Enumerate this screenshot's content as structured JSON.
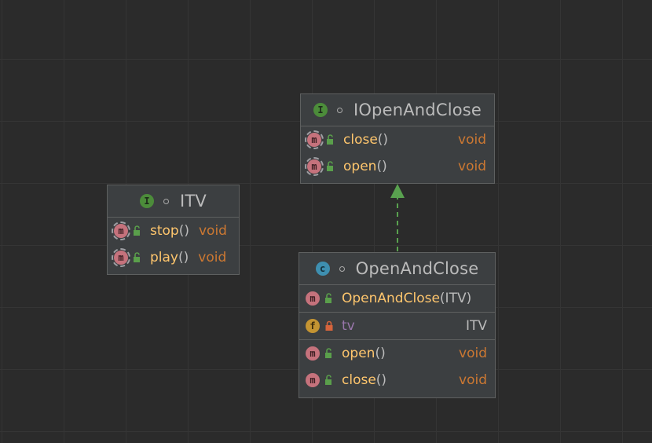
{
  "diagram": {
    "nodes": [
      {
        "id": "IOpenAndClose",
        "kind": "interface",
        "kind_letter": "I",
        "name": "IOpenAndClose",
        "sections": [
          [
            {
              "kind_letter": "m",
              "visibility": "public",
              "name": "close",
              "params": "()",
              "type": "void"
            },
            {
              "kind_letter": "m",
              "visibility": "public",
              "name": "open",
              "params": "()",
              "type": "void"
            }
          ]
        ]
      },
      {
        "id": "ITV",
        "kind": "interface",
        "kind_letter": "I",
        "name": "ITV",
        "sections": [
          [
            {
              "kind_letter": "m",
              "visibility": "public",
              "name": "stop",
              "params": "()",
              "type": "void"
            },
            {
              "kind_letter": "m",
              "visibility": "public",
              "name": "play",
              "params": "()",
              "type": "void"
            }
          ]
        ]
      },
      {
        "id": "OpenAndClose",
        "kind": "class",
        "kind_letter": "c",
        "name": "OpenAndClose",
        "sections": [
          [
            {
              "kind_letter": "m",
              "visibility": "public",
              "name": "OpenAndClose",
              "params": "(ITV)",
              "type": ""
            }
          ],
          [
            {
              "kind_letter": "f",
              "visibility": "private",
              "name": "tv",
              "params": "",
              "type": "ITV"
            }
          ],
          [
            {
              "kind_letter": "m",
              "visibility": "public",
              "name": "open",
              "params": "()",
              "type": "void"
            },
            {
              "kind_letter": "m",
              "visibility": "public",
              "name": "close",
              "params": "()",
              "type": "void"
            }
          ]
        ]
      }
    ],
    "edges": [
      {
        "from": "OpenAndClose",
        "to": "IOpenAndClose",
        "relation": "realization"
      }
    ],
    "colors": {
      "background": "#2b2b2b",
      "node_fill": "#3c3f41",
      "node_border": "#5e6060",
      "method_name": "#ffc66d",
      "field_name": "#9876aa",
      "keyword_type": "#cc7832",
      "plain_text": "#bbbbbb",
      "arrow": "#59a14f"
    }
  }
}
